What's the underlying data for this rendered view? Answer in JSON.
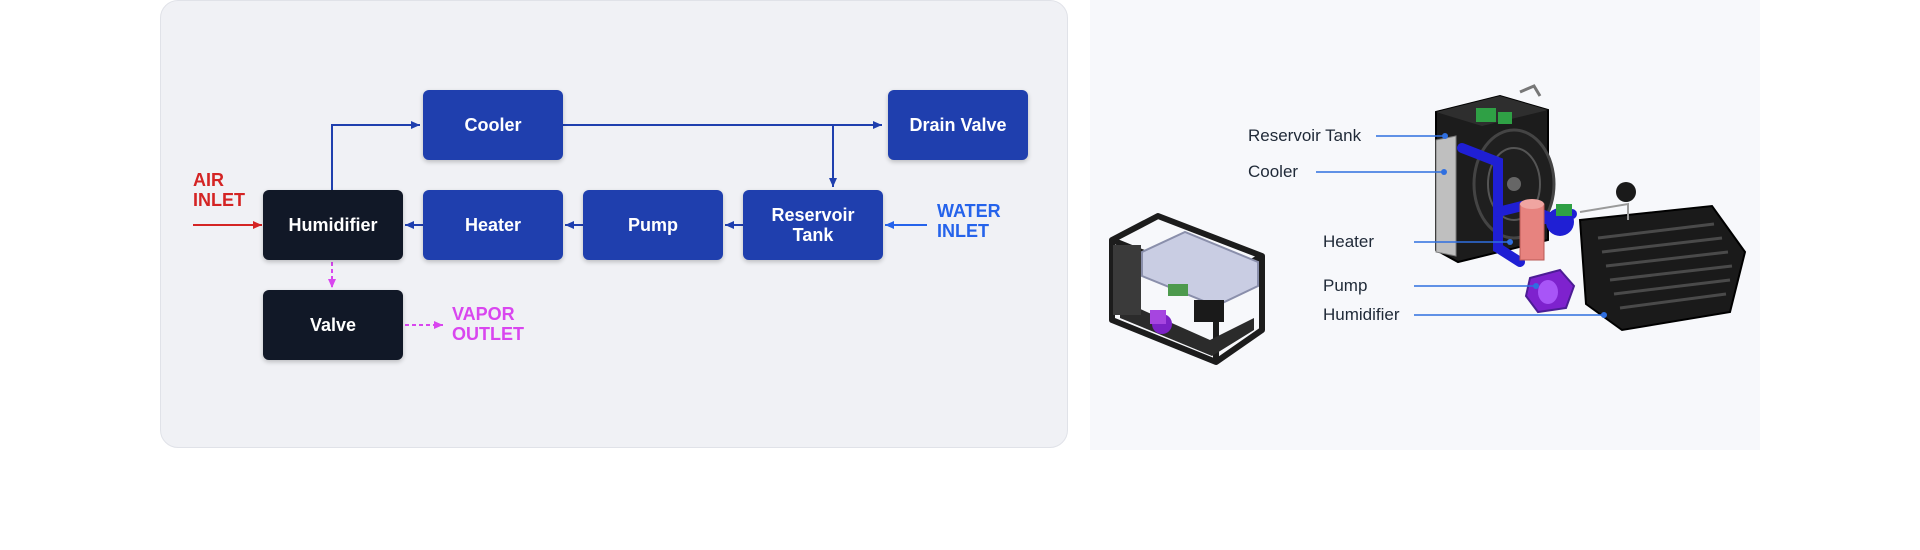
{
  "diagram": {
    "nodes": {
      "cooler": "Cooler",
      "drain_valve": "Drain Valve",
      "humidifier": "Humidifier",
      "heater": "Heater",
      "pump": "Pump",
      "reservoir_tank": "Reservoir\nTank",
      "valve": "Valve"
    },
    "io": {
      "air_inlet": "AIR\nINLET",
      "water_inlet": "WATER\nINLET",
      "vapor_outlet": "VAPOR\nOUTLET"
    },
    "colors": {
      "node_blue": "#1f3fae",
      "node_dark": "#111827",
      "flow_arrow": "#1f3fae",
      "air": "#d42424",
      "water": "#2563eb",
      "vapor": "#d946ef"
    }
  },
  "render": {
    "callouts": {
      "reservoir_tank": "Reservoir Tank",
      "cooler": "Cooler",
      "heater": "Heater",
      "pump": "Pump",
      "humidifier": "Humidifier"
    },
    "callout_color": "#2f6fe0"
  }
}
